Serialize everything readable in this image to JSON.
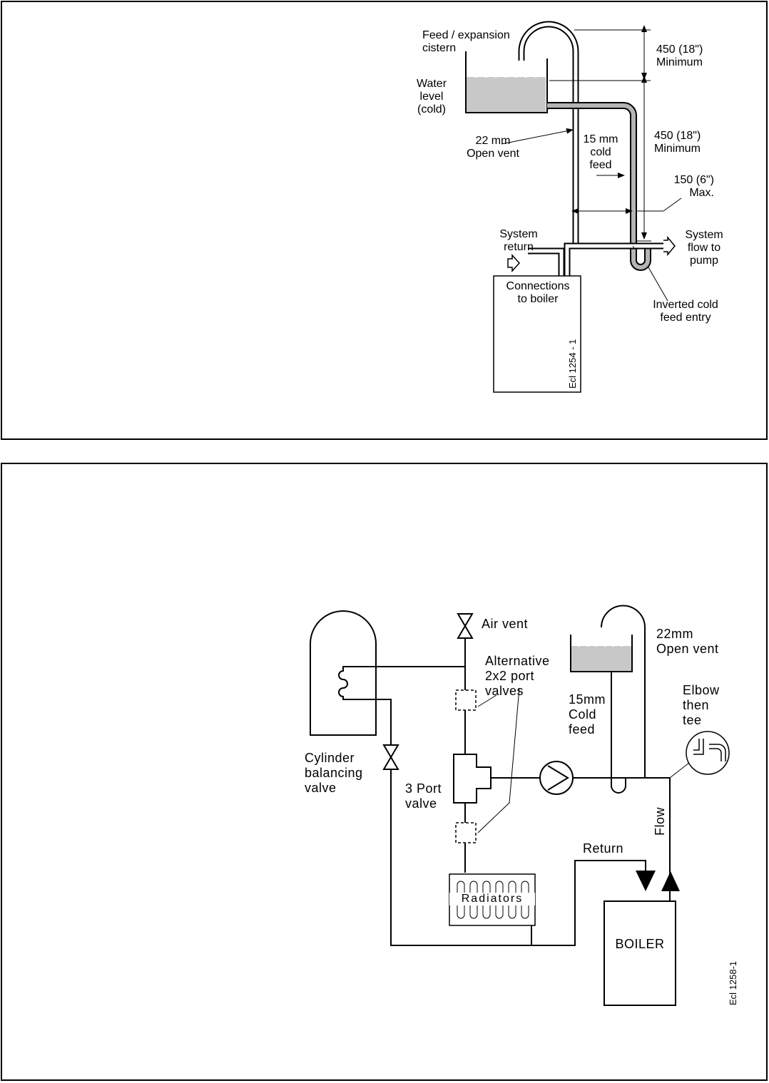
{
  "top_diagram": {
    "labels": {
      "feed_cistern": "Feed / expansion\ncistern",
      "water_level": "Water\nlevel\n(cold)",
      "open_vent": "22 mm\nOpen vent",
      "cold_feed": "15 mm\ncold\nfeed",
      "dim_top": "450 (18\")\nMinimum",
      "dim_mid": "450 (18\")\nMinimum",
      "dim_max": "150 (6\")\nMax.",
      "system_return": "System\nreturn",
      "system_flow": "System\nflow to\npump",
      "connections": "Connections\nto boiler",
      "inverted_feed": "Inverted cold\nfeed entry",
      "ref": "Ecl 1254 - 1"
    }
  },
  "bottom_diagram": {
    "labels": {
      "air_vent": "Air vent",
      "alt_valves": "Alternative\n2x2 port\nvalves",
      "open_vent": "22mm\nOpen vent",
      "cold_feed": "15mm\nCold\nfeed",
      "elbow": "Elbow\nthen\ntee",
      "cylinder_valve": "Cylinder\nbalancing\nvalve",
      "port_valve": "3 Port\nvalve",
      "flow": "Flow",
      "return": "Return",
      "radiators": "Radiators",
      "boiler": "BOILER",
      "ref": "Ecl 1258-1"
    }
  }
}
